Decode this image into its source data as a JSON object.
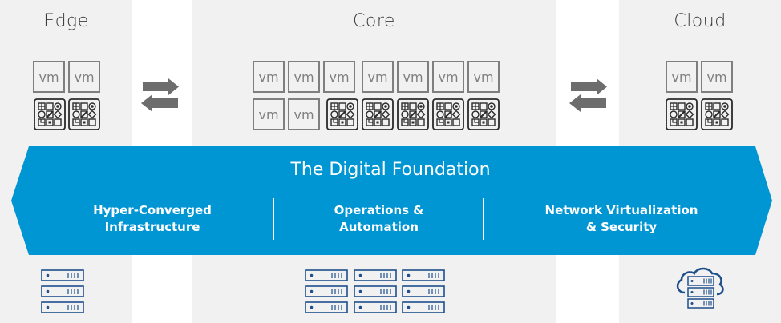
{
  "columns": [
    {
      "title": "Edge",
      "vm_label": "vm"
    },
    {
      "title": "Core",
      "vm_label": "vm"
    },
    {
      "title": "Cloud",
      "vm_label": "vm"
    }
  ],
  "banner": {
    "title": "The Digital Foundation",
    "pillars": [
      {
        "line1": "Hyper-Converged",
        "line2": "Infrastructure"
      },
      {
        "line1": "Operations &",
        "line2": "Automation"
      },
      {
        "line1": "Network Virtualization",
        "line2": "& Security"
      }
    ]
  },
  "colors": {
    "band": "#f1f1f1",
    "banner": "#0095d3",
    "vm_border": "#7f7f7f",
    "arrow": "#6d6d6d",
    "server": "#1d4f8c"
  },
  "icons": {
    "vm": "vm-box-icon",
    "app": "app-grid-icon",
    "exchange": "bidirectional-arrows-icon",
    "server": "server-rack-icon",
    "cloud": "cloud-server-icon"
  }
}
